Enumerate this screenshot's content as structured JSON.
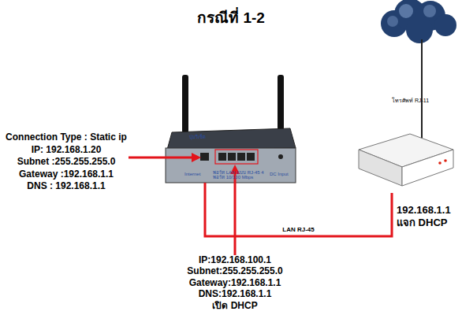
{
  "diagram": {
    "title": "กรณีที่ 1-2",
    "nodes": [
      {
        "text": [
          "ปุ่มรีเซ็ต",
          "Internet",
          "พอร์ท LAN แบบ RJ-45 4 พอร์ท 10/100 Mbps",
          "DC Input"
        ]
      },
      {
        "text": [
          "192.168.1.1",
          "แจก DHCP"
        ]
      }
    ],
    "edges": [
      {
        "from": 1,
        "to": 0,
        "label": "LAN RJ-45",
        "arrow": "none"
      }
    ],
    "labels": [
      "โทรศัพท์ RJ-11",
      "Connection Type : Static ip",
      "IP: 192.168.1.20",
      "Subnet :255.255.255.0",
      "Gateway :192.168.1.1",
      "DNS : 192.168.1.1",
      "IP:192.168.100.1",
      "Subnet:255.255.255.0",
      "Gateway:192.168.1.1",
      "DNS:192.168.1.1",
      "เปิด DHCP"
    ]
  }
}
